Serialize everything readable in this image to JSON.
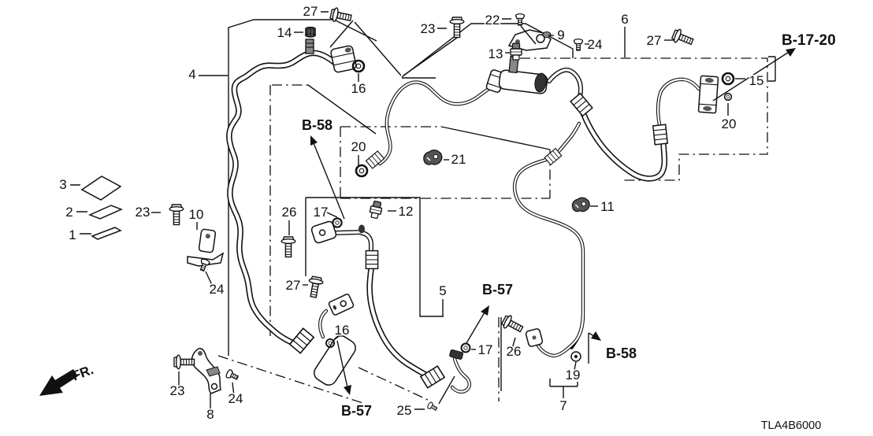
{
  "diagram": {
    "drawing_code": "TLA4B6000",
    "direction_indicator": "FR.",
    "references": {
      "b58_top": "B-58",
      "b17_20": "B-17-20",
      "b57_mid": "B-57",
      "b57_bottom": "B-57",
      "b58_bottom": "B-58"
    },
    "part_labels": {
      "p27_top": "27",
      "p14": "14",
      "p4": "4",
      "p16_top": "16",
      "p23_top": "23",
      "p22": "22",
      "p9": "9",
      "p13": "13",
      "p24_top": "24",
      "p6": "6",
      "p27_topright": "27",
      "p15": "15",
      "p20_topright": "20",
      "p20_mid": "20",
      "p21": "21",
      "p3": "3",
      "p2": "2",
      "p1": "1",
      "p23_left": "23",
      "p10": "10",
      "p26_left": "26",
      "p17_mid": "17",
      "p12": "12",
      "p11": "11",
      "p24_left": "24",
      "p27_mid": "27",
      "p16_mid": "16",
      "p5": "5",
      "p17_bottom": "17",
      "p26_bottom": "26",
      "p19": "19",
      "p23_bottom": "23",
      "p24_bottom": "24",
      "p8": "8",
      "p25": "25",
      "p7": "7"
    }
  }
}
